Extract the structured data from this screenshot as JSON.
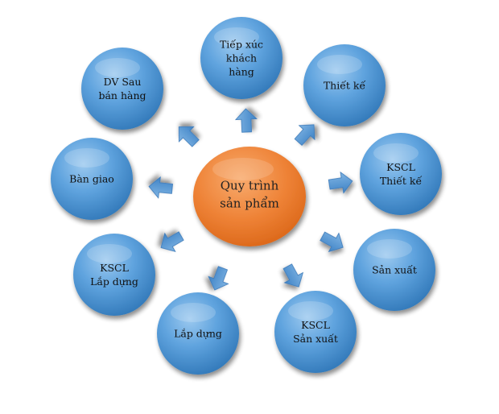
{
  "center": {
    "label_lines": [
      "Quy trình",
      "sản phẩm"
    ]
  },
  "nodes": [
    {
      "id": "tiep-xuc-khach-hang",
      "label_lines": [
        "Tiếp xúc",
        "khách",
        "hàng"
      ]
    },
    {
      "id": "thiet-ke",
      "label_lines": [
        "Thiết kế"
      ]
    },
    {
      "id": "kscl-thiet-ke",
      "label_lines": [
        "KSCL",
        "Thiết kế"
      ]
    },
    {
      "id": "san-xuat",
      "label_lines": [
        "Sản xuất"
      ]
    },
    {
      "id": "kscl-san-xuat",
      "label_lines": [
        "KSCL",
        "Sản xuất"
      ]
    },
    {
      "id": "lap-dung",
      "label_lines": [
        "Lắp dựng"
      ]
    },
    {
      "id": "kscl-lap-dung",
      "label_lines": [
        "KSCL",
        "Lắp dựng"
      ]
    },
    {
      "id": "ban-giao",
      "label_lines": [
        "Bàn giao"
      ]
    },
    {
      "id": "dv-sau-ban-hang",
      "label_lines": [
        "DV Sau",
        "bán hàng"
      ]
    }
  ],
  "colors": {
    "center_fill": "#ED7D31",
    "node_fill": "#5B9BD5",
    "arrow_fill": "#5B9BD5"
  }
}
